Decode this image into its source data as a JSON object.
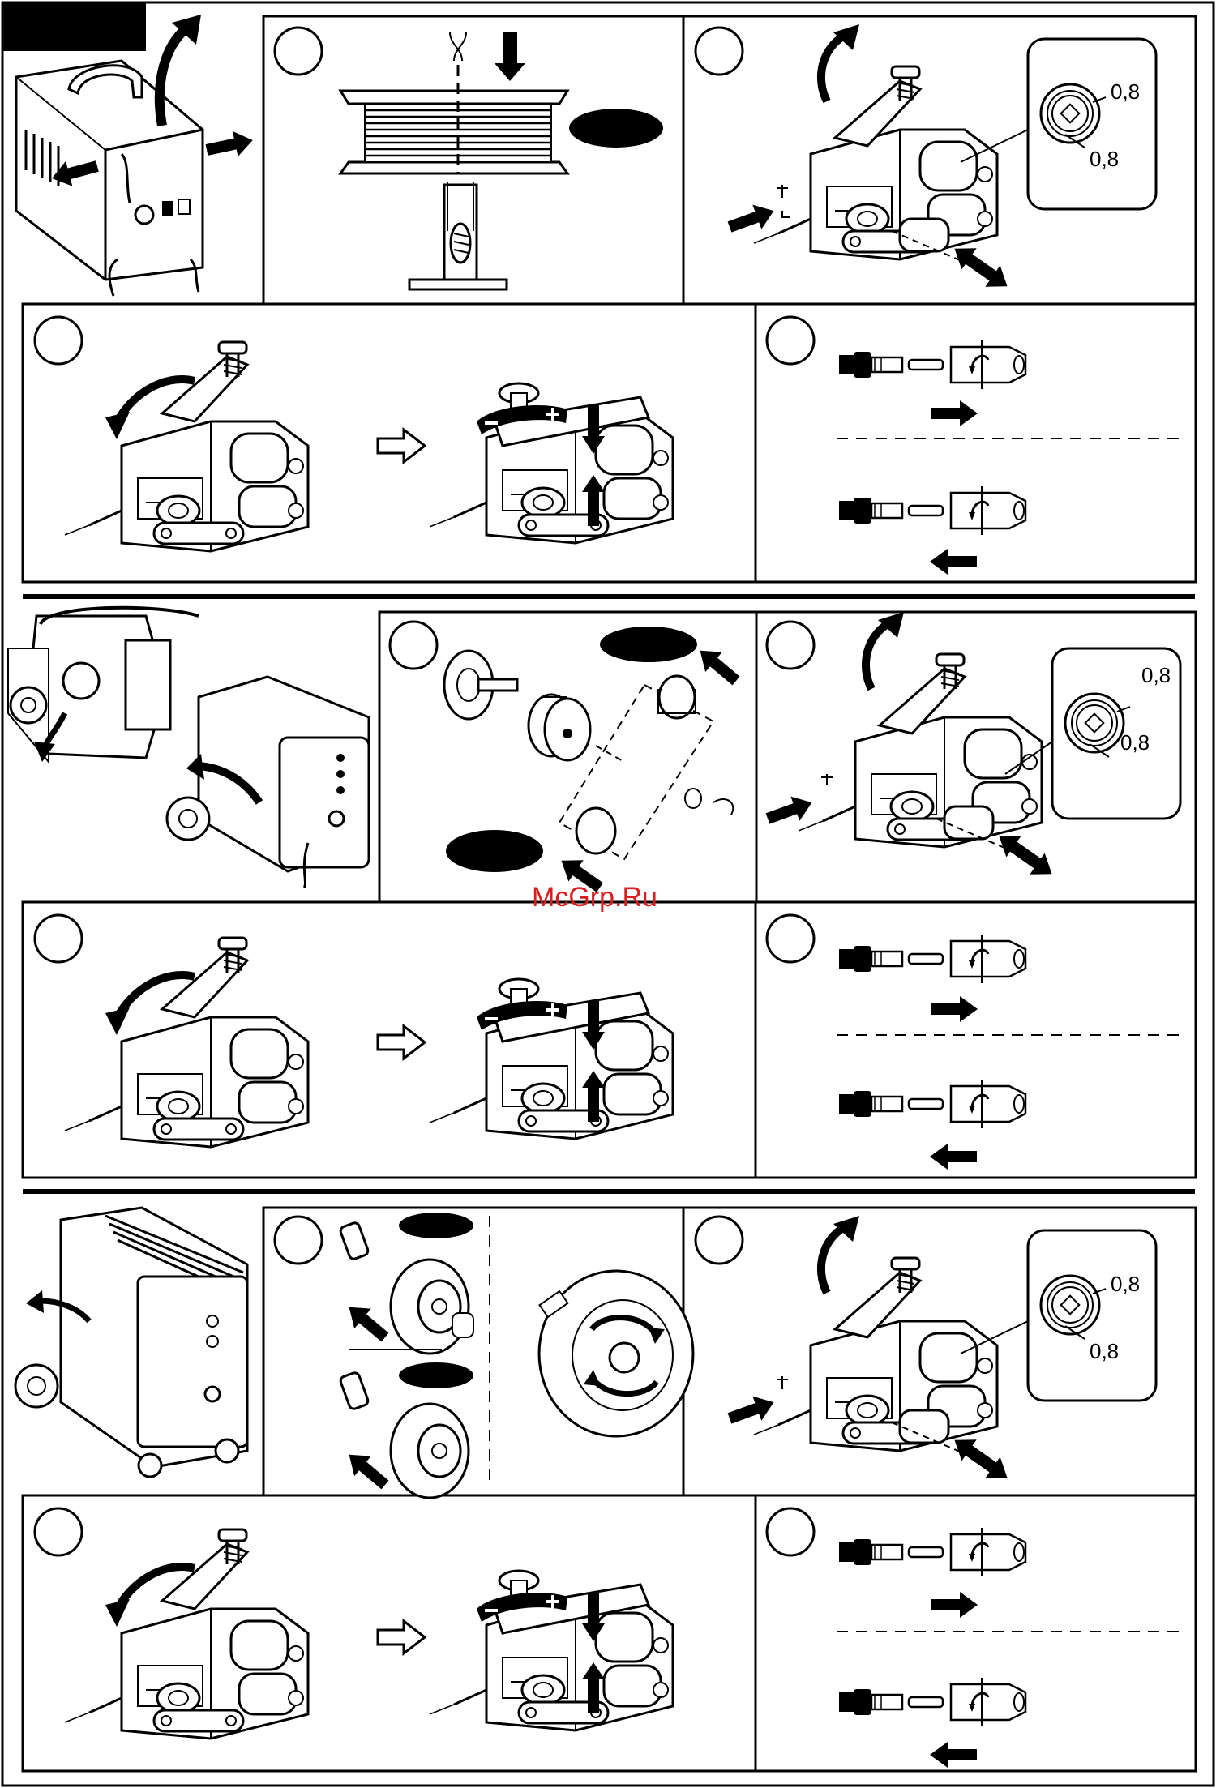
{
  "labels": {
    "gap_top": "0,8",
    "gap_bottom": "0,8"
  },
  "watermark": "McGrp.Ru",
  "colors": {
    "ink": "#000000",
    "paper": "#ffffff",
    "watermark": "#d81e1e"
  },
  "icons": [
    "welder-machine",
    "wire-spool",
    "wire-feeder",
    "contact-tip",
    "arrow",
    "hollow-arrow"
  ]
}
